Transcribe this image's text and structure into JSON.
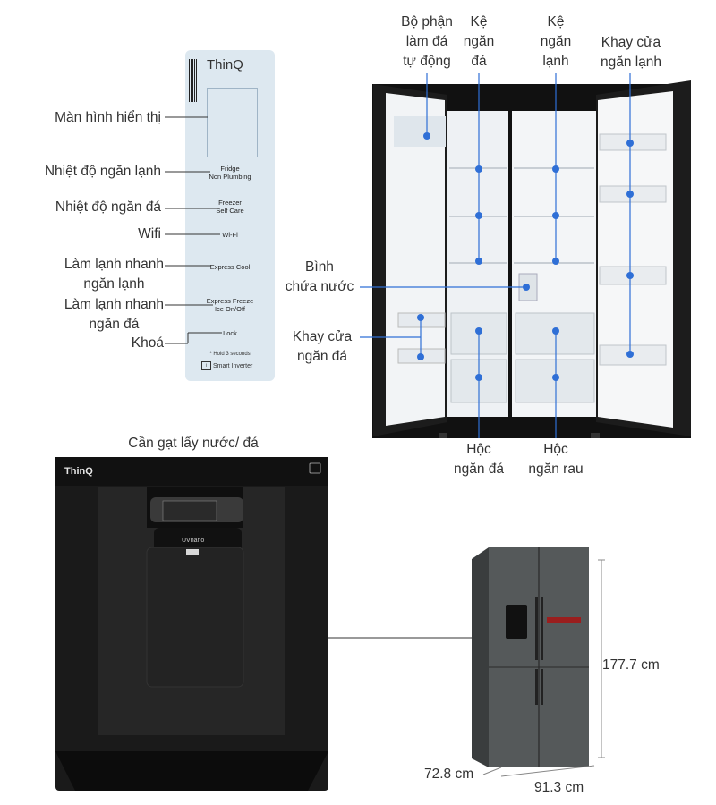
{
  "control_panel": {
    "brand": "ThinQ",
    "fridge_line1": "Fridge",
    "fridge_line2": "Non Plumbing",
    "freezer_line1": "Freezer",
    "freezer_line2": "Self Care",
    "wifi": "Wi-Fi",
    "express_cool": "Express Cool",
    "express_freeze_line1": "Express Freeze",
    "express_freeze_line2": "Ice On/Off",
    "lock": "Lock",
    "hold_note": "* Hold 3 seconds",
    "smart_inverter": "Smart Inverter"
  },
  "panel_labels": {
    "display": "Màn hình hiển thị",
    "fridge_temp": "Nhiệt độ ngăn lạnh",
    "freezer_temp": "Nhiệt độ ngăn đá",
    "wifi": "Wifi",
    "fast_cool_line1": "Làm lạnh nhanh",
    "fast_cool_line2": "ngăn lạnh",
    "fast_freeze_line1": "Làm lạnh nhanh",
    "fast_freeze_line2": "ngăn đá",
    "lock": "Khoá"
  },
  "interior_labels": {
    "ice_maker_line1": "Bộ phận",
    "ice_maker_line2": "làm đá",
    "ice_maker_line3": "tự động",
    "freezer_shelf_line1": "Kệ",
    "freezer_shelf_line2": "ngăn",
    "freezer_shelf_line3": "đá",
    "fridge_shelf_line1": "Kệ",
    "fridge_shelf_line2": "ngăn",
    "fridge_shelf_line3": "lạnh",
    "fridge_door_tray_line1": "Khay cửa",
    "fridge_door_tray_line2": "ngăn lạnh",
    "water_tank_line1": "Bình",
    "water_tank_line2": "chứa nước",
    "freezer_door_tray_line1": "Khay cửa",
    "freezer_door_tray_line2": "ngăn đá",
    "freezer_drawer_line1": "Hộc",
    "freezer_drawer_line2": "ngăn đá",
    "crisper_line1": "Hộc",
    "crisper_line2": "ngăn rau"
  },
  "dispenser": {
    "caption": "Cần gạt lấy nước/ đá",
    "brand": "ThinQ",
    "uv_label": "UVnano"
  },
  "dimensions": {
    "height": "177.7 cm",
    "depth": "72.8 cm",
    "width": "91.3 cm"
  },
  "colors": {
    "accent_dot": "#2f6fd6",
    "fridge_body": "#1a1a1a",
    "panel_bg": "#dde8f0"
  }
}
